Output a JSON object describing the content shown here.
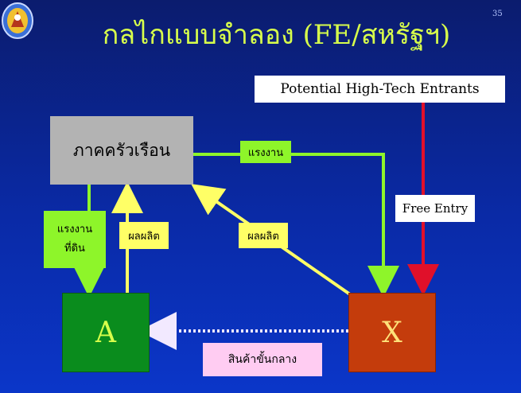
{
  "slide": {
    "page_number": "35",
    "title": "กลไกแบบจำลอง (FE/สหรัฐฯ)"
  },
  "diagram": {
    "entrants_box": "Potential High-Tech Entrants",
    "household_box": "ภาคครัวเรือน",
    "sector_a": "A",
    "sector_x": "X",
    "free_entry": "Free Entry",
    "flows": {
      "labor_top": "แรงงาน",
      "labor_land_line1": "แรงงาน",
      "labor_land_line2": "ที่ดิน",
      "output_left": "ผลผลิต",
      "output_diagonal": "ผลผลิต",
      "intermediate_goods": "สินค้าขั้นกลาง"
    }
  },
  "colors": {
    "background": "#0a2aa6",
    "title": "#d8ff4b",
    "green_flow": "#8ef52a",
    "yellow_flow": "#ffff66",
    "red_flow": "#e0102a",
    "dotted_flow": "#f2e9ff"
  },
  "icons": {
    "logo": "university-seal"
  }
}
